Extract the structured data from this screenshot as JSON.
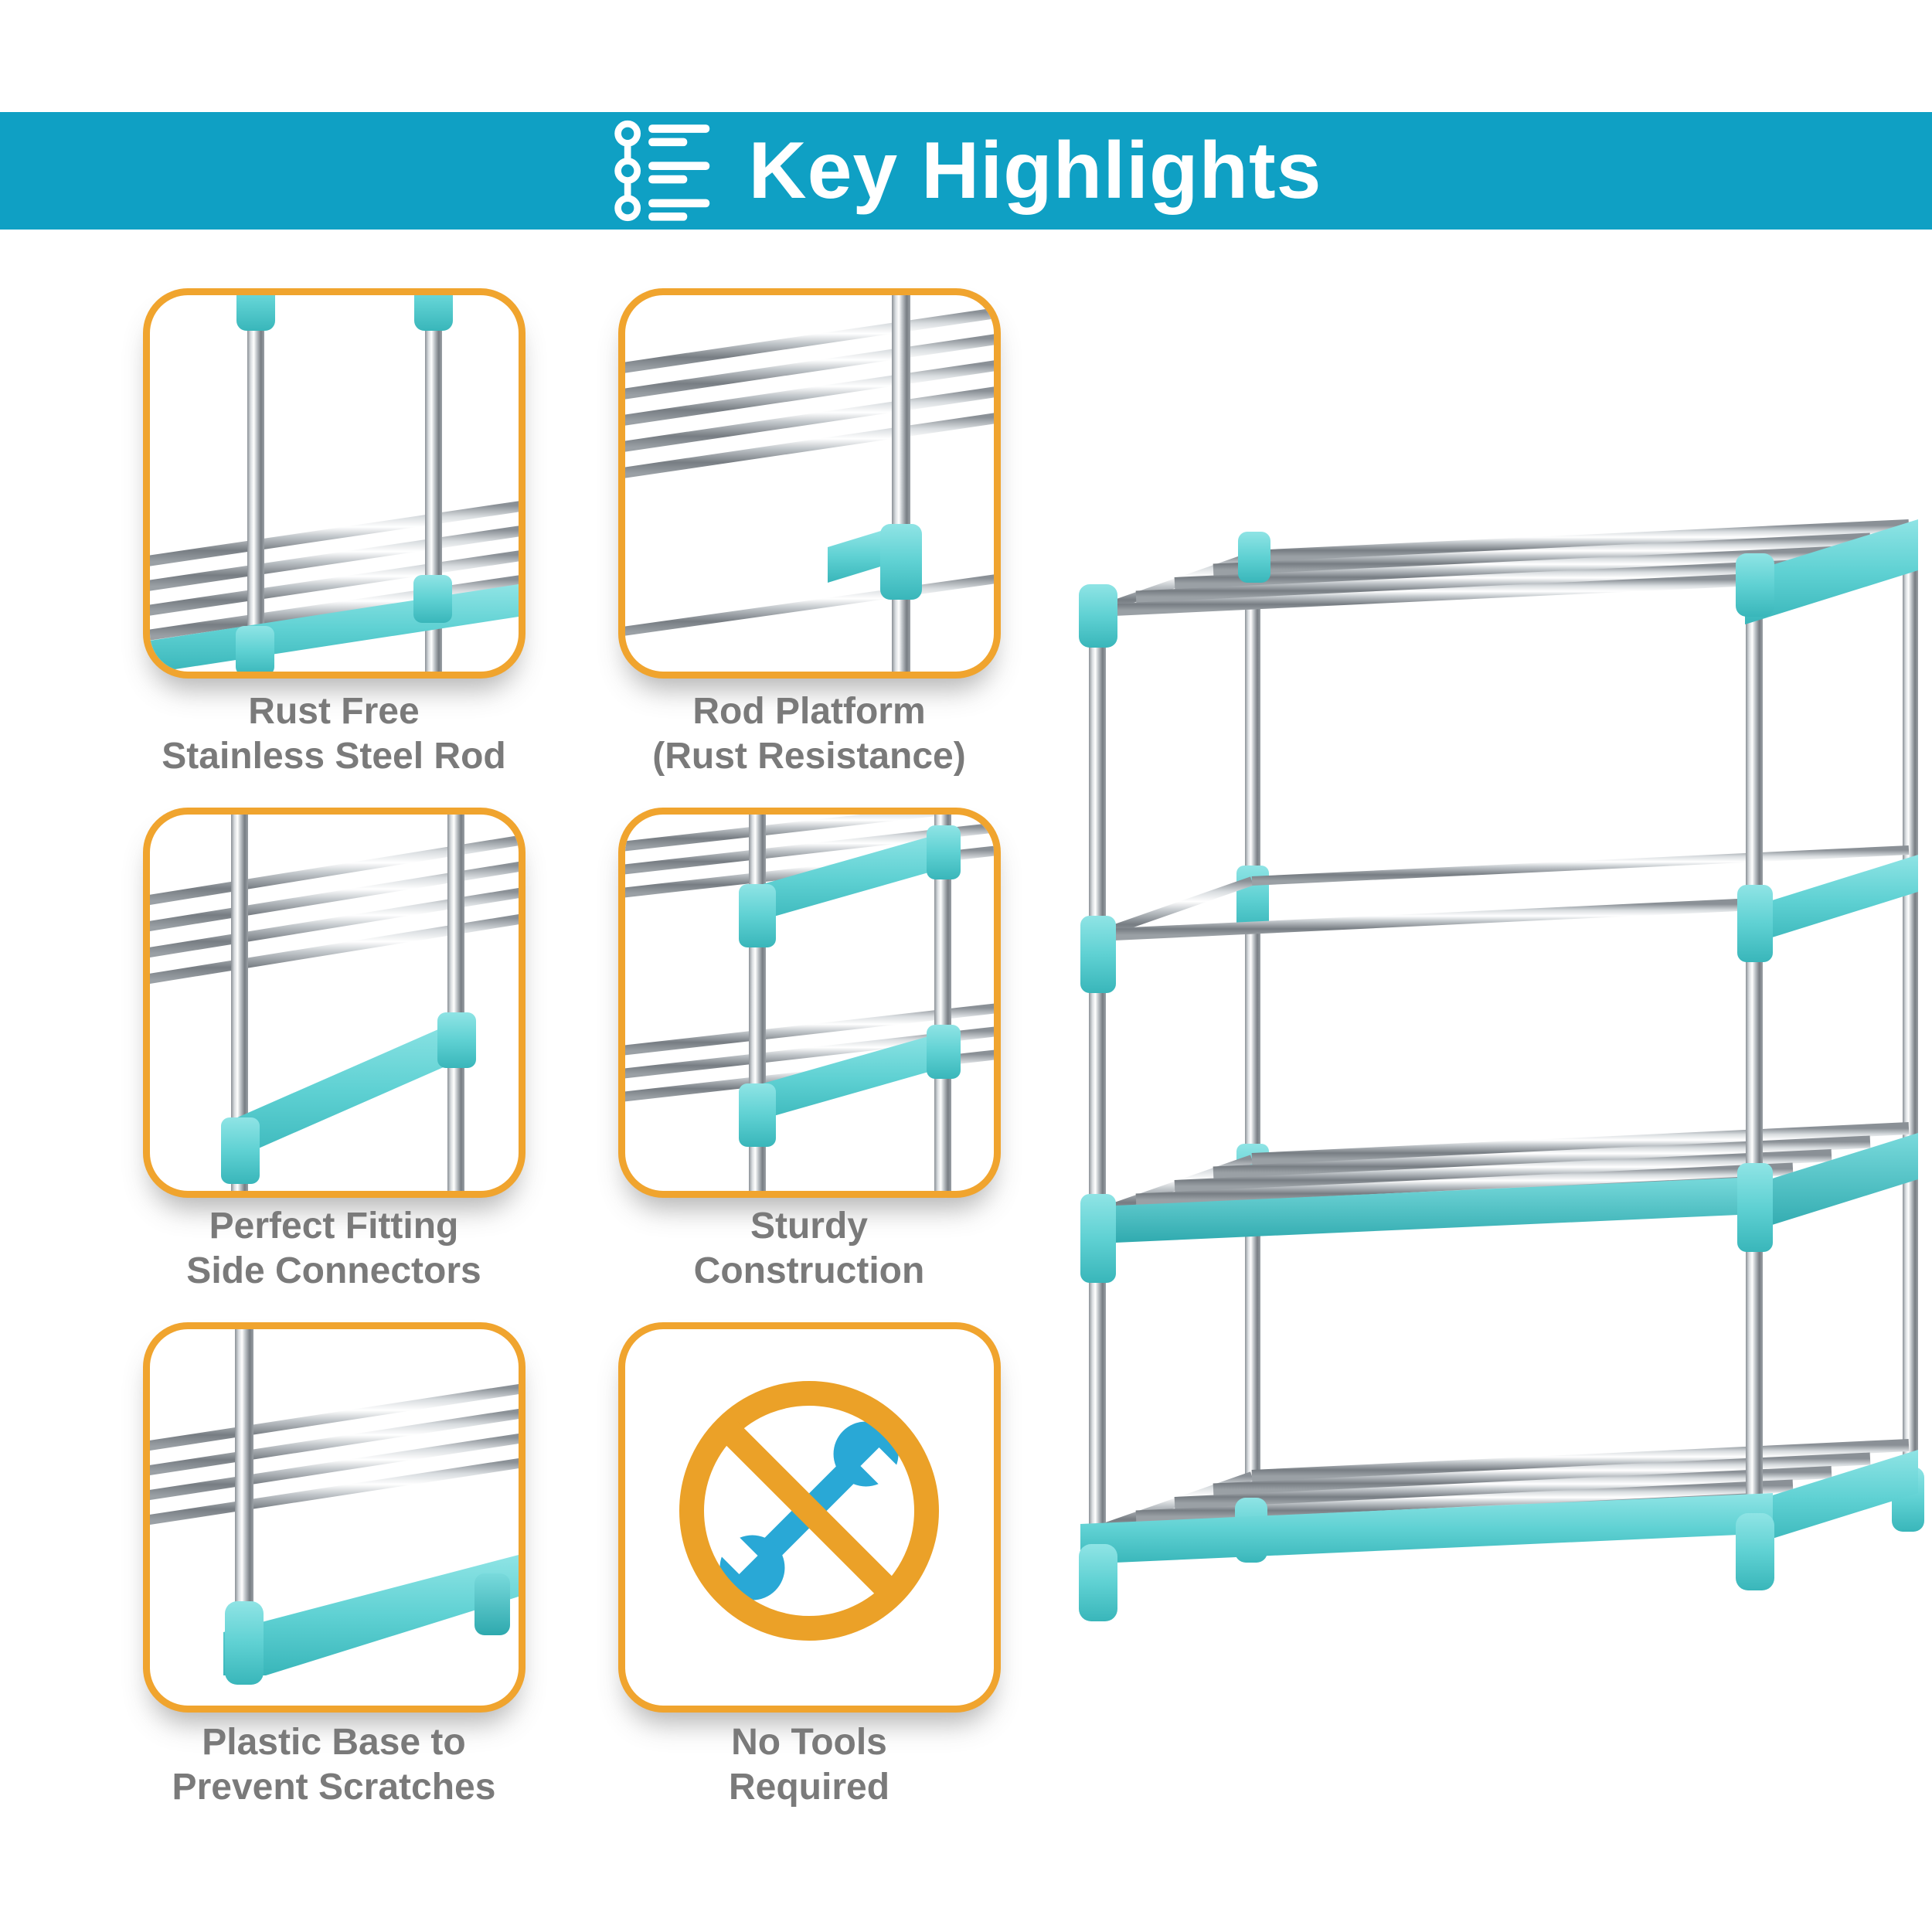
{
  "header": {
    "title": "Key Highlights",
    "icon": "list-highlights-icon",
    "bg_color": "#0FA0C4",
    "text_color": "#FFFFFF"
  },
  "features": [
    {
      "id": "rust-free-rod",
      "caption_line1": "Rust Free",
      "caption_line2": "Stainless Steel Rod",
      "illustration": "stainless-steel-rod-photo"
    },
    {
      "id": "rod-platform",
      "caption_line1": "Rod Platform",
      "caption_line2": "(Rust Resistance)",
      "illustration": "rod-platform-photo"
    },
    {
      "id": "side-connectors",
      "caption_line1": "Perfect Fitting",
      "caption_line2": "Side Connectors",
      "illustration": "side-connectors-photo"
    },
    {
      "id": "sturdy-construction",
      "caption_line1": "Sturdy",
      "caption_line2": "Construction",
      "illustration": "sturdy-construction-photo"
    },
    {
      "id": "plastic-base",
      "caption_line1": "Plastic Base to",
      "caption_line2": "Prevent Scratches",
      "illustration": "plastic-base-photo"
    },
    {
      "id": "no-tools",
      "caption_line1": "No Tools",
      "caption_line2": "Required",
      "illustration": "no-tools-icon"
    }
  ],
  "product": {
    "illustration": "four-tier-rack-photo"
  },
  "colors": {
    "header_bg": "#0FA0C4",
    "accent_orange": "#F0A42E",
    "plastic_teal": "#5FD1D3",
    "caption_gray": "#7A7A7A",
    "wrench_blue": "#29A8D6",
    "prohibition_orange": "#EBA128"
  }
}
